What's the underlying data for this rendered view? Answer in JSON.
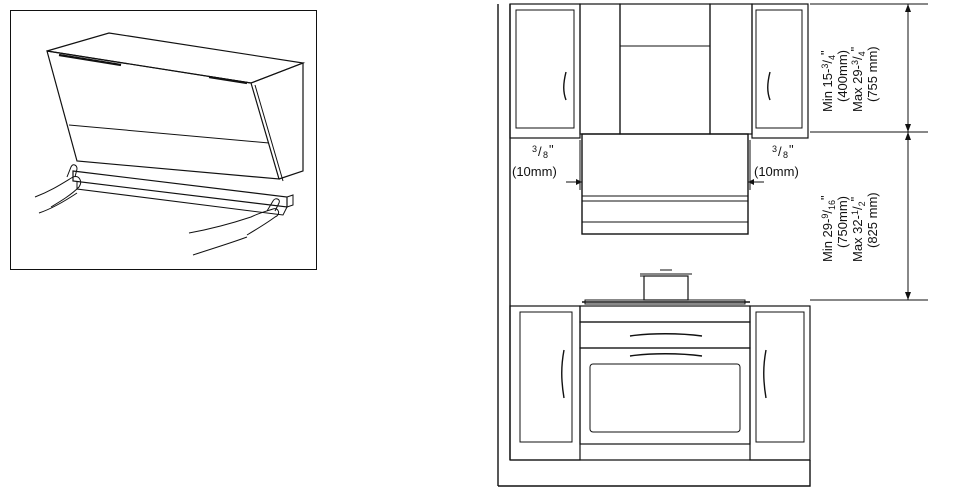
{
  "left_figure": {
    "icons": [
      "hood-install-icon",
      "hands-icon"
    ]
  },
  "right_figure": {
    "upper_height": {
      "line1_main": "Min 15-",
      "line1_frac_num": "3",
      "line1_frac_den": "4",
      "line1_quote": "\"",
      "line2": "(400mm)",
      "line3_main": "Max 29-",
      "line3_frac_num": "3",
      "line3_frac_den": "4",
      "line3_quote": "\"",
      "line4": "(755 mm)"
    },
    "lower_height": {
      "line1_main": "Min 29-",
      "line1_frac_num": "9",
      "line1_frac_den": "16",
      "line1_quote": "\"",
      "line2": "(750mm)",
      "line3_main": "Max 32-",
      "line3_frac_num": "1",
      "line3_frac_den": "2",
      "line3_quote": "\"",
      "line4": "(825 mm)"
    },
    "gap_left": {
      "frac_num": "3",
      "frac_den": "8",
      "quote": "\"",
      "metric": "(10mm)"
    },
    "gap_right": {
      "frac_num": "3",
      "frac_den": "8",
      "quote": "\"",
      "metric": "(10mm)"
    }
  }
}
